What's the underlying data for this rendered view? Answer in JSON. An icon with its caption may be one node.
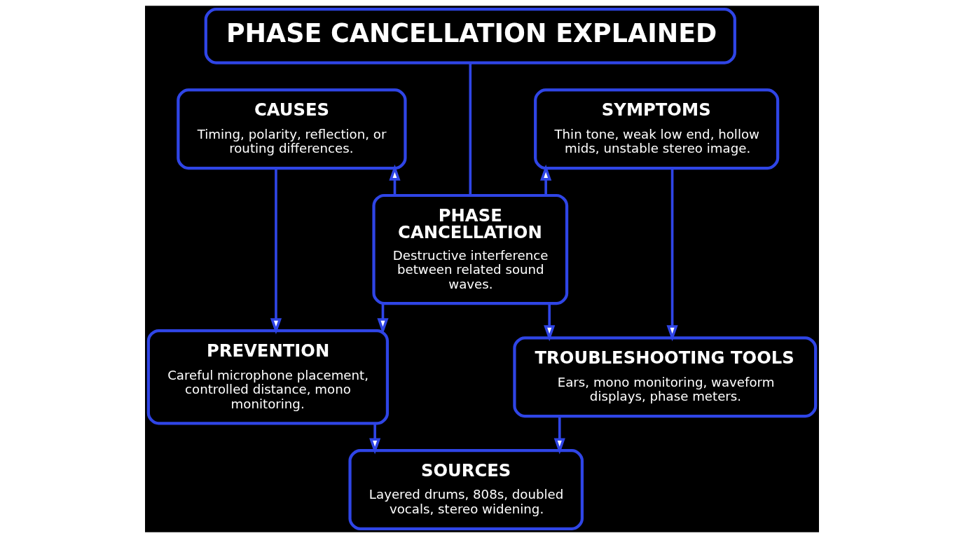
{
  "diagram": {
    "nodes": [
      {
        "text": [
          "PHASE CANCELLATION EXPLAINED"
        ]
      },
      {
        "text": [
          "CAUSES",
          "Timing, polarity, reflection, or routing differences."
        ]
      },
      {
        "text": [
          "PHASE CANCELLATION",
          "Destructive interference between related sound waves."
        ]
      },
      {
        "text": [
          "SYMPTOMS",
          "Thin tone, weak low end, hollow mids, unstable stereo image."
        ]
      },
      {
        "text": [
          "PREVENTION",
          "Careful microphone placement, controlled distance, mono monitoring."
        ]
      },
      {
        "text": [
          "TROUBLESHOOTING TOOLS",
          "Ears, mono monitoring, waveform displays, phase meters."
        ]
      },
      {
        "text": [
          "SOURCES",
          "Layered drums, 808s, doubled vocals, stereo widening."
        ]
      }
    ],
    "edges": [
      {
        "from": 0,
        "to": 2,
        "arrow": "none"
      },
      {
        "from": 2,
        "to": 1,
        "arrow": "to"
      },
      {
        "from": 2,
        "to": 3,
        "arrow": "to"
      },
      {
        "from": 2,
        "to": 4,
        "arrow": "to"
      },
      {
        "from": 2,
        "to": 5,
        "arrow": "to"
      },
      {
        "from": 1,
        "to": 4,
        "arrow": "to"
      },
      {
        "from": 3,
        "to": 5,
        "arrow": "to"
      },
      {
        "from": 4,
        "to": 6,
        "arrow": "to"
      },
      {
        "from": 5,
        "to": 6,
        "arrow": "to"
      }
    ]
  }
}
